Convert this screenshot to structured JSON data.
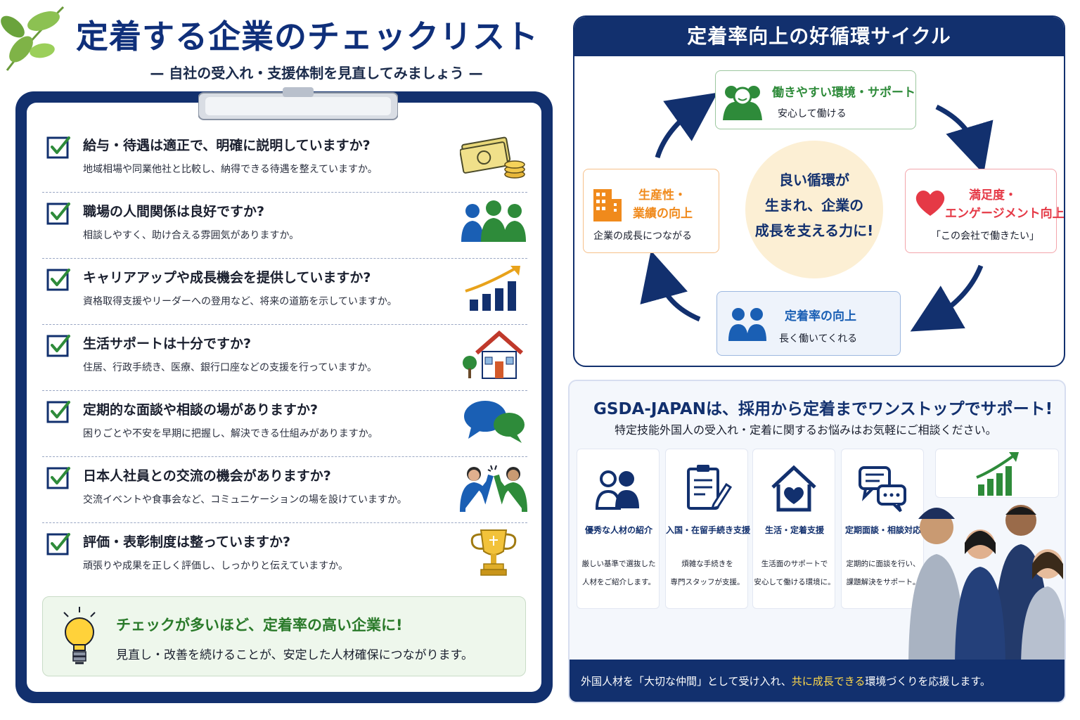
{
  "title": "定着する企業のチェックリスト",
  "subtitle": "— 自社の受入れ・支援体制を見直してみましょう —",
  "checklist": [
    {
      "q": "給与・待遇は適正で、明確に説明していますか?",
      "d": "地域相場や同業他社と比較し、納得できる待遇を整えていますか。",
      "icon": "money-icon"
    },
    {
      "q": "職場の人間関係は良好ですか?",
      "d": "相談しやすく、助け合える雰囲気がありますか。",
      "icon": "people-icon"
    },
    {
      "q": "キャリアアップや成長機会を提供していますか?",
      "d": "資格取得支援やリーダーへの登用など、将来の道筋を示していますか。",
      "icon": "growth-chart-icon"
    },
    {
      "q": "生活サポートは十分ですか?",
      "d": "住居、行政手続き、医療、銀行口座などの支援を行っていますか。",
      "icon": "house-icon"
    },
    {
      "q": "定期的な面談や相談の場がありますか?",
      "d": "困りごとや不安を早期に把握し、解決できる仕組みがありますか。",
      "icon": "speech-bubbles-icon"
    },
    {
      "q": "日本人社員との交流の機会がありますか?",
      "d": "交流イベントや食事会など、コミュニケーションの場を設けていますか。",
      "icon": "high-five-icon"
    },
    {
      "q": "評価・表彰制度は整っていますか?",
      "d": "頑張りや成果を正しく評価し、しっかりと伝えていますか。",
      "icon": "trophy-icon"
    }
  ],
  "tip": {
    "title": "チェックが多いほど、定着率の高い企業に!",
    "text": "見直し・改善を続けることが、安定した人材確保につながります。"
  },
  "cycle": {
    "header": "定着率向上の好循環サイクル",
    "center": [
      "良い循環が",
      "生まれ、企業の",
      "成長を支える力に!"
    ],
    "top": {
      "title": "働きやすい環境・サポート",
      "sub": "安心して働ける",
      "color": "#2e8b3a"
    },
    "right": {
      "title": [
        "満足度・",
        "エンゲージメント向上"
      ],
      "sub": "「この会社で働きたい」",
      "color": "#e53946"
    },
    "bottom": {
      "title": "定着率の向上",
      "sub": "長く働いてくれる",
      "color": "#1a5fb4"
    },
    "left": {
      "title": [
        "生産性・",
        "業績の向上"
      ],
      "sub": "企業の成長につながる",
      "color": "#f08a1c"
    }
  },
  "support": {
    "title": "GSDA-JAPANは、採用から定着までワンストップでサポート!",
    "subtitle": "特定技能外国人の受入れ・定着に関するお悩みはお気軽にご相談ください。",
    "services": [
      {
        "name": "優秀な人材の紹介",
        "desc": [
          "厳しい基準で選抜した",
          "人材をご紹介します。"
        ],
        "icon": "people-icon"
      },
      {
        "name": "入国・在留手続き支援",
        "desc": [
          "煩雑な手続きを",
          "専門スタッフが支援。"
        ],
        "icon": "clipboard-pen-icon"
      },
      {
        "name": "生活・定着支援",
        "desc": [
          "生活面のサポートで",
          "安心して働ける環境に。"
        ],
        "icon": "house-heart-icon"
      },
      {
        "name": "定期面談・相談対応",
        "desc": [
          "定期的に面談を行い、",
          "課題解決をサポート。"
        ],
        "icon": "chat-bubbles-icon"
      },
      {
        "name": "",
        "desc": [],
        "icon": "growth-chart-icon"
      }
    ],
    "footer": {
      "pre": "外国人材を「大切な仲間」として受け入れ、",
      "highlight": "共に成長できる",
      "post": "環境づくりを応援します。"
    }
  },
  "colors": {
    "navy": "#12306e",
    "green": "#2e8b3a",
    "red": "#e53946",
    "orange": "#f08a1c",
    "blue": "#1a5fb4"
  }
}
